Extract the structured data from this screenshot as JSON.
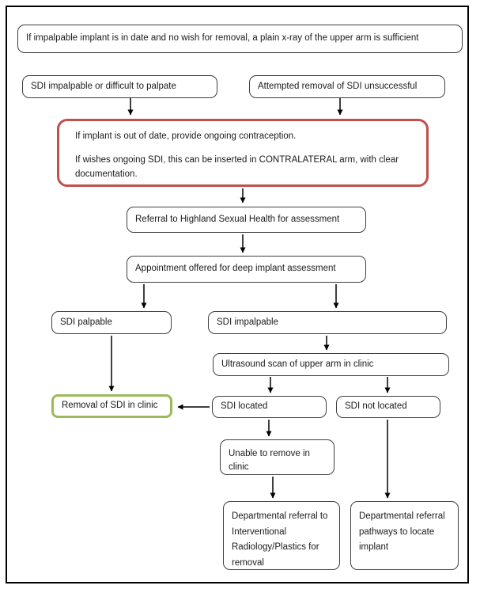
{
  "flowchart": {
    "type": "clinical-pathway-flowchart",
    "colors": {
      "node_border": "#3f3f3f",
      "warning_border": "#c0504d",
      "highlight_border": "#9bbb59",
      "arrow": "#000000",
      "frame_border": "#000000",
      "text": "#1a1a1a",
      "background": "#ffffff"
    },
    "nodes": {
      "xray_note": "If impalpable implant is in date and no wish for removal, a plain x-ray of the upper arm is sufficient",
      "sdi_impalpable_start": "SDI impalpable or difficult to palpate",
      "attempted_removal": "Attempted removal of SDI unsuccessful",
      "contraception_para1": "If implant is out of date, provide ongoing contraception.",
      "contraception_para2": "If wishes ongoing SDI, this can be inserted in CONTRALATERAL arm, with clear documentation.",
      "referral_assessment": "Referral to Highland Sexual Health for assessment",
      "appointment_offered": "Appointment offered for deep implant assessment",
      "sdi_palpable": "SDI palpable",
      "sdi_impalpable": "SDI impalpable",
      "ultrasound_scan": "Ultrasound scan of upper arm in clinic",
      "removal_in_clinic": "Removal of SDI in clinic",
      "sdi_located": "SDI located",
      "sdi_not_located": "SDI not located",
      "unable_to_remove": "Unable to remove in clinic",
      "departmental_referral_ir": "Departmental referral to Interventional Radiology/Plastics for removal",
      "departmental_referral_pathways": "Departmental referral pathways to locate implant"
    }
  }
}
